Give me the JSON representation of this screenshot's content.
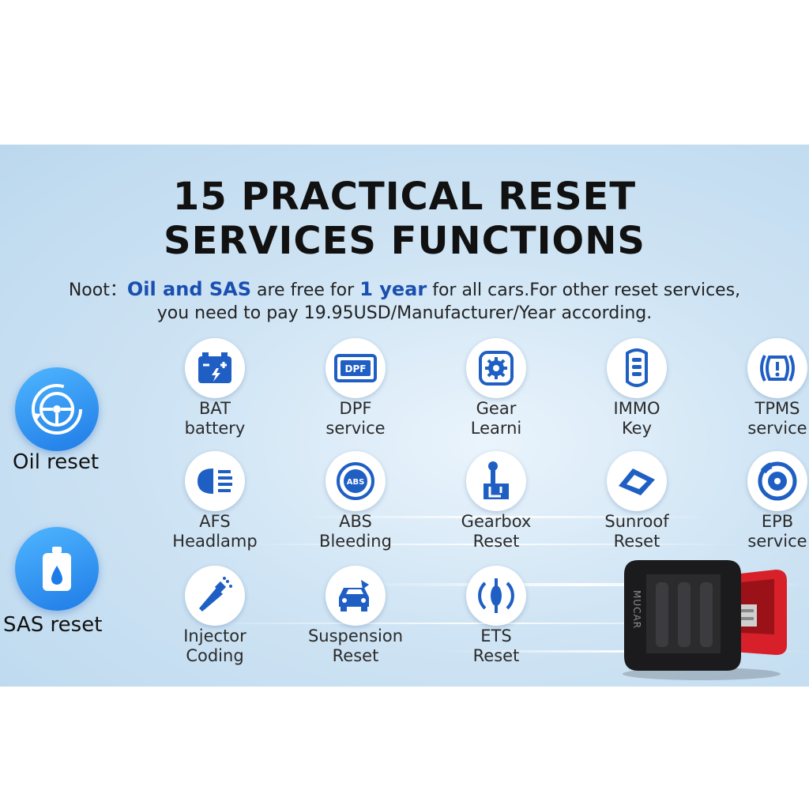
{
  "title_line1": "15 PRACTICAL RESET",
  "title_line2": "SERVICES FUNCTIONS",
  "note": {
    "prefix": "Noot：",
    "highlight1": "Oil and SAS",
    "mid1": " are free for ",
    "highlight2": "1 year",
    "mid2": " for all cars.For other reset services,",
    "line2": "you need to pay 19.95USD/Manufacturer/Year according."
  },
  "free_services": [
    {
      "label": "Oil reset",
      "icon": "steering-wheel-icon"
    },
    {
      "label": "SAS reset",
      "icon": "oil-jerrycan-icon"
    }
  ],
  "services": [
    {
      "line1": "BAT",
      "line2": "battery",
      "icon": "battery-icon"
    },
    {
      "line1": "DPF",
      "line2": "service",
      "icon": "dpf-icon"
    },
    {
      "line1": "Gear",
      "line2": "Learni",
      "icon": "gear-icon"
    },
    {
      "line1": "IMMO",
      "line2": "Key",
      "icon": "car-key-icon"
    },
    {
      "line1": "TPMS",
      "line2": "service",
      "icon": "tire-pressure-icon"
    },
    {
      "line1": "AFS",
      "line2": "Headlamp",
      "icon": "headlamp-icon"
    },
    {
      "line1": "ABS",
      "line2": "Bleeding",
      "icon": "abs-icon"
    },
    {
      "line1": "Gearbox",
      "line2": "Reset",
      "icon": "gearbox-icon"
    },
    {
      "line1": "Sunroof",
      "line2": "Reset",
      "icon": "sunroof-icon"
    },
    {
      "line1": "EPB",
      "line2": "service",
      "icon": "brake-disc-icon"
    },
    {
      "line1": "Injector",
      "line2": "Coding",
      "icon": "injector-icon"
    },
    {
      "line1": "Suspension",
      "line2": "Reset",
      "icon": "suspension-icon"
    },
    {
      "line1": "ETS",
      "line2": "Reset",
      "icon": "throttle-icon"
    }
  ],
  "device_brand": "MUCAR",
  "dpf_icon_text": "DPF",
  "abs_icon_text": "ABS",
  "colors": {
    "accent_blue": "#1a4fb0",
    "icon_blue": "#1f5fc4",
    "device_red": "#d7202a"
  }
}
